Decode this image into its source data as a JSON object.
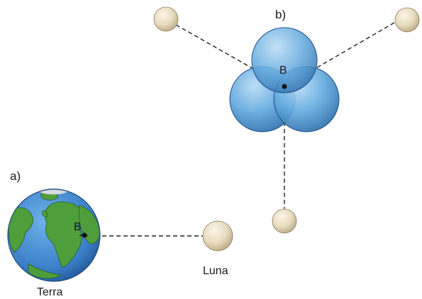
{
  "labels": {
    "part_a": "a)",
    "part_b": "b)",
    "barycenter_earth": "B",
    "barycenter_cluster": "B",
    "earth": "Terra",
    "moon": "Luna"
  },
  "colors": {
    "ocean": "#3a7fc8",
    "land": "#4f9e3c",
    "sphere_blue": "#5da4dc",
    "small_sphere": "#e7dcc1",
    "dash": "#222222"
  }
}
